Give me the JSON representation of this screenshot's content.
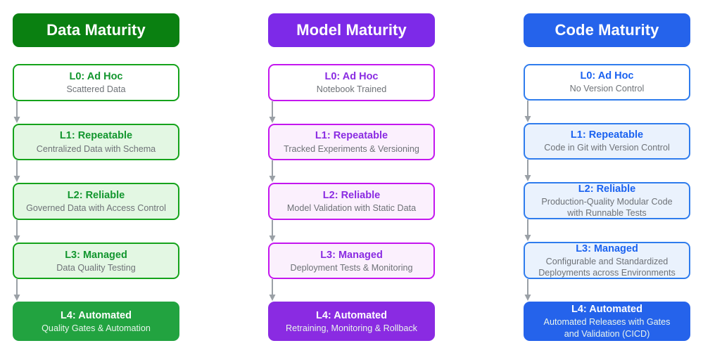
{
  "page": {
    "background": "#ffffff",
    "arrow_color": "#9aa0a6"
  },
  "columns": [
    {
      "id": "data",
      "header": "Data Maturity",
      "colors": {
        "header_bg": "#0a8011",
        "header_text": "#ffffff",
        "border": "#15a31b",
        "title_text": "#12962e",
        "light_fill": "#e3f7e3",
        "blank_fill": "#ffffff",
        "final_fill": "#22a340"
      },
      "stages": [
        {
          "level": "L0: Ad Hoc",
          "desc": "Scattered Data",
          "fill": "blank",
          "height": 53
        },
        {
          "level": "L1: Repeatable",
          "desc": "Centralized Data with Schema",
          "fill": "light",
          "height": 53
        },
        {
          "level": "L2: Reliable",
          "desc": "Governed Data with Access Control",
          "fill": "light",
          "height": 53
        },
        {
          "level": "L3: Managed",
          "desc": "Data Quality Testing",
          "fill": "light",
          "height": 53
        },
        {
          "level": "L4: Automated",
          "desc": "Quality Gates & Automation",
          "fill": "final",
          "height": 56
        }
      ]
    },
    {
      "id": "model",
      "header": "Model Maturity",
      "colors": {
        "header_bg": "#7d2ae8",
        "header_text": "#ffffff",
        "border": "#c417ef",
        "title_text": "#8a2be2",
        "light_fill": "#fbf0fd",
        "blank_fill": "#ffffff",
        "final_fill": "#8a2be2"
      },
      "stages": [
        {
          "level": "L0: Ad Hoc",
          "desc": "Notebook Trained",
          "fill": "blank",
          "height": 53
        },
        {
          "level": "L1: Repeatable",
          "desc": "Tracked Experiments & Versioning",
          "fill": "light",
          "height": 53
        },
        {
          "level": "L2: Reliable",
          "desc": "Model Validation with Static Data",
          "fill": "light",
          "height": 53
        },
        {
          "level": "L3: Managed",
          "desc": "Deployment Tests & Monitoring",
          "fill": "light",
          "height": 53
        },
        {
          "level": "L4: Automated",
          "desc": "Retraining, Monitoring & Rollback",
          "fill": "final",
          "height": 56
        }
      ]
    },
    {
      "id": "code",
      "header": "Code Maturity",
      "colors": {
        "header_bg": "#2563eb",
        "header_text": "#ffffff",
        "border": "#2f7ced",
        "title_text": "#1a62f0",
        "light_fill": "#eaf2fd",
        "blank_fill": "#ffffff",
        "final_fill": "#2563eb"
      },
      "stages": [
        {
          "level": "L0: Ad Hoc",
          "desc": "No Version Control",
          "fill": "blank",
          "height": 53
        },
        {
          "level": "L1: Repeatable",
          "desc": "Code in Git with Version Control",
          "fill": "light",
          "height": 53
        },
        {
          "level": "L2: Reliable",
          "desc": "Production-Quality Modular Code\nwith Runnable Tests",
          "fill": "light",
          "height": 53
        },
        {
          "level": "L3: Managed",
          "desc": "Configurable and Standardized\nDeployments across Environments",
          "fill": "light",
          "height": 53
        },
        {
          "level": "L4: Automated",
          "desc": "Automated Releases with Gates\nand Validation (CICD)",
          "fill": "final",
          "height": 56
        }
      ]
    }
  ]
}
